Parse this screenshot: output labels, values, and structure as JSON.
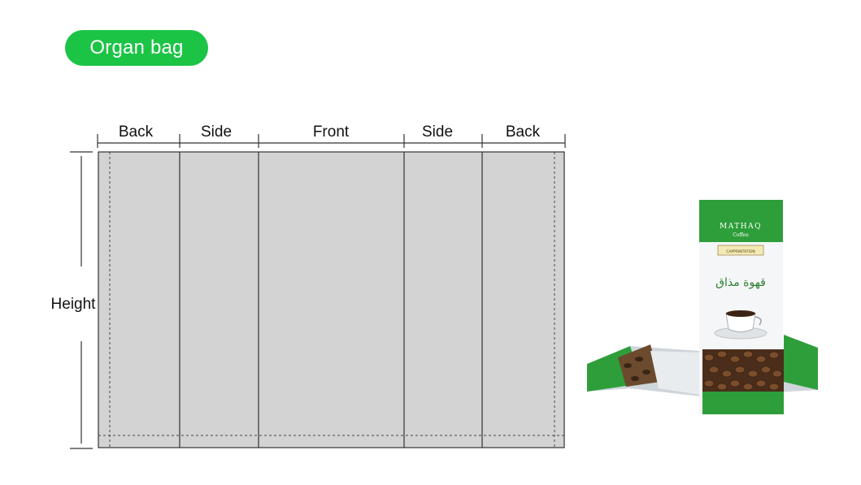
{
  "badge": {
    "label": "Organ bag"
  },
  "layout_diagram": {
    "panels": [
      {
        "label": "Back"
      },
      {
        "label": "Side"
      },
      {
        "label": "Front"
      },
      {
        "label": "Side"
      },
      {
        "label": "Back"
      }
    ],
    "height_label": "Height"
  },
  "product": {
    "brand": "MATHAQ",
    "subbrand": "Coffee",
    "tag": "CAPPRINTATION",
    "arabic_name": "قهوة مذاق"
  },
  "colors": {
    "badge_green": "#1cc446",
    "bag_green": "#2e9e3a",
    "panel_fill": "#d3d3d3",
    "line": "#333333"
  }
}
